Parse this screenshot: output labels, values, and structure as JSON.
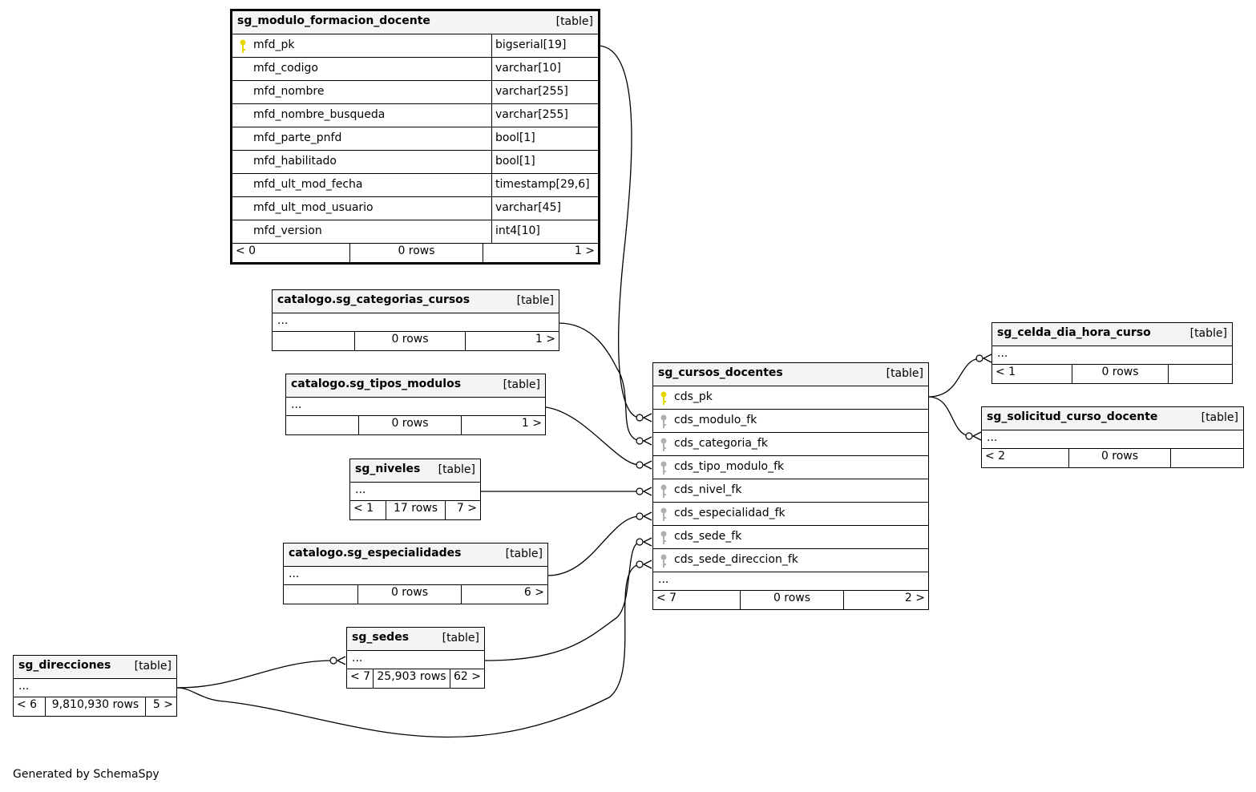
{
  "tables": {
    "mfd": {
      "name": "sg_modulo_formacion_docente",
      "kind": "[table]",
      "columns": [
        {
          "name": "mfd_pk",
          "type": "bigserial[19]"
        },
        {
          "name": "mfd_codigo",
          "type": "varchar[10]"
        },
        {
          "name": "mfd_nombre",
          "type": "varchar[255]"
        },
        {
          "name": "mfd_nombre_busqueda",
          "type": "varchar[255]"
        },
        {
          "name": "mfd_parte_pnfd",
          "type": "bool[1]"
        },
        {
          "name": "mfd_habilitado",
          "type": "bool[1]"
        },
        {
          "name": "mfd_ult_mod_fecha",
          "type": "timestamp[29,6]"
        },
        {
          "name": "mfd_ult_mod_usuario",
          "type": "varchar[45]"
        },
        {
          "name": "mfd_version",
          "type": "int4[10]"
        }
      ],
      "footer": {
        "left": "< 0",
        "mid": "0 rows",
        "right": "1 >"
      }
    },
    "cat": {
      "name": "catalogo.sg_categorias_cursos",
      "kind": "[table]",
      "ellipsis": "...",
      "footer": {
        "left": "",
        "mid": "0 rows",
        "right": "1 >"
      }
    },
    "tip": {
      "name": "catalogo.sg_tipos_modulos",
      "kind": "[table]",
      "ellipsis": "...",
      "footer": {
        "left": "",
        "mid": "0 rows",
        "right": "1 >"
      }
    },
    "niv": {
      "name": "sg_niveles",
      "kind": "[table]",
      "ellipsis": "...",
      "footer": {
        "left": "< 1",
        "mid": "17 rows",
        "right": "7 >"
      }
    },
    "esp": {
      "name": "catalogo.sg_especialidades",
      "kind": "[table]",
      "ellipsis": "...",
      "footer": {
        "left": "",
        "mid": "0 rows",
        "right": "6 >"
      }
    },
    "sed": {
      "name": "sg_sedes",
      "kind": "[table]",
      "ellipsis": "...",
      "footer": {
        "left": "< 7",
        "mid": "25,903 rows",
        "right": "62 >"
      }
    },
    "dir": {
      "name": "sg_direcciones",
      "kind": "[table]",
      "ellipsis": "...",
      "footer": {
        "left": "< 6",
        "mid": "9,810,930 rows",
        "right": "5 >"
      }
    },
    "cds": {
      "name": "sg_cursos_docentes",
      "kind": "[table]",
      "columns": [
        {
          "name": "cds_pk",
          "key": "primary-key-icon"
        },
        {
          "name": "cds_modulo_fk",
          "key": "foreign-key-icon"
        },
        {
          "name": "cds_categoria_fk",
          "key": "foreign-key-icon"
        },
        {
          "name": "cds_tipo_modulo_fk",
          "key": "foreign-key-icon"
        },
        {
          "name": "cds_nivel_fk",
          "key": "foreign-key-icon"
        },
        {
          "name": "cds_especialidad_fk",
          "key": "foreign-key-icon"
        },
        {
          "name": "cds_sede_fk",
          "key": "foreign-key-icon"
        },
        {
          "name": "cds_sede_direccion_fk",
          "key": "foreign-key-icon"
        }
      ],
      "ellipsis": "...",
      "footer": {
        "left": "< 7",
        "mid": "0 rows",
        "right": "2 >"
      }
    },
    "cel": {
      "name": "sg_celda_dia_hora_curso",
      "kind": "[table]",
      "ellipsis": "...",
      "footer": {
        "left": "< 1",
        "mid": "0 rows",
        "right": ""
      }
    },
    "sol": {
      "name": "sg_solicitud_curso_docente",
      "kind": "[table]",
      "ellipsis": "...",
      "footer": {
        "left": "< 2",
        "mid": "0 rows",
        "right": ""
      }
    }
  },
  "generated_by": "Generated by SchemaSpy",
  "colors": {
    "primary_key": "#e6d600",
    "foreign_key": "#b0b0b0",
    "header_bg": "#f4f4f4"
  }
}
